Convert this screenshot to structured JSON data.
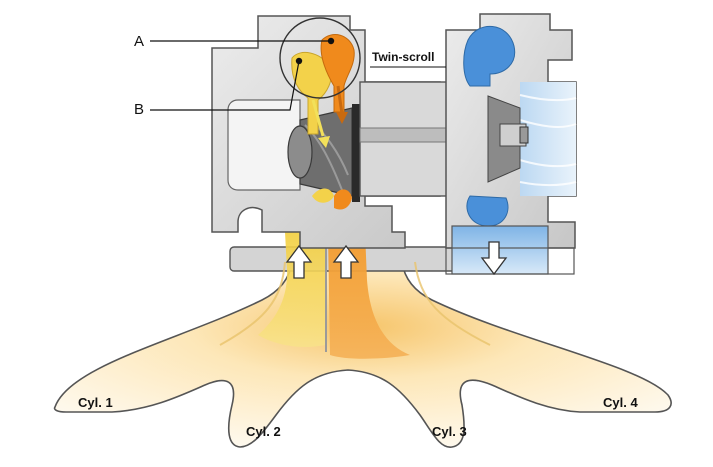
{
  "labels": {
    "a": "A",
    "b": "B",
    "twin_scroll": "Twin-scroll",
    "cyl1": "Cyl. 1",
    "cyl2": "Cyl. 2",
    "cyl3": "Cyl. 3",
    "cyl4": "Cyl. 4"
  },
  "colors": {
    "housing": "#d4d4d4",
    "housing_edge": "#555555",
    "yellow_flow": "#f3d24a",
    "orange_flow": "#f08a1c",
    "compressor_blue": "#4a90d9",
    "pale_blue": "#cfe3f5",
    "turbine_wheel": "#6e6e6e"
  },
  "icons": [
    "up-arrow-icon",
    "down-arrow-icon",
    "flow-arrow-icon"
  ]
}
